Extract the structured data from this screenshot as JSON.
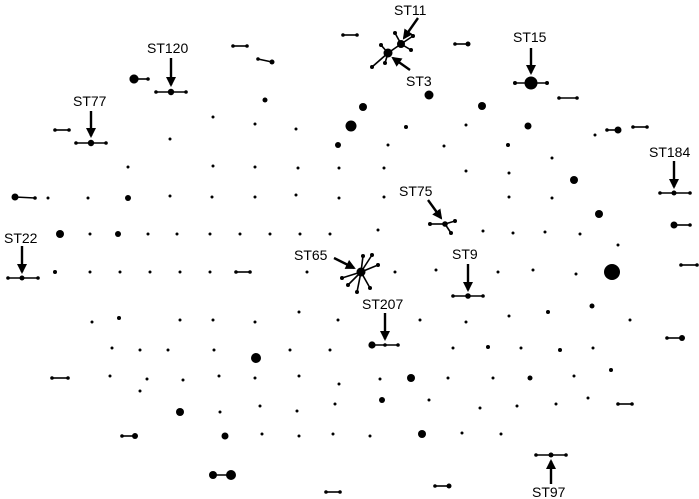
{
  "labels": {
    "st11": "ST11",
    "st3": "ST3",
    "st15": "ST15",
    "st120": "ST120",
    "st77": "ST77",
    "st184": "ST184",
    "st75": "ST75",
    "st22": "ST22",
    "st65": "ST65",
    "st9": "ST9",
    "st207": "ST207",
    "st97": "ST97"
  },
  "colors": {
    "node": "#000000",
    "background": "#ffffff"
  }
}
